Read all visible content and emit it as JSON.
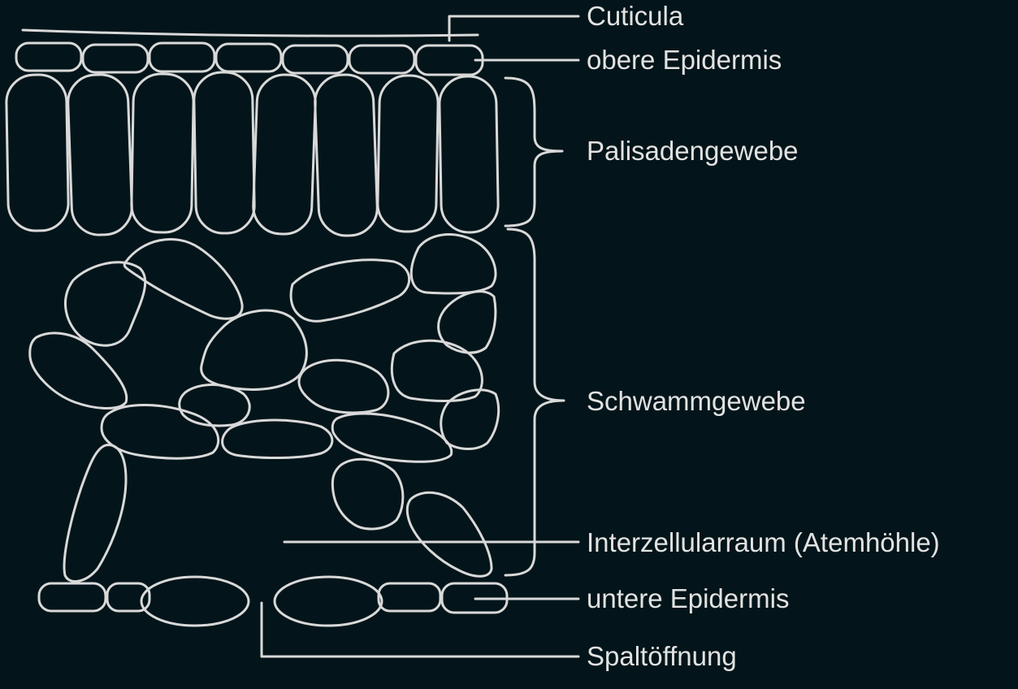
{
  "diagram": {
    "labels": {
      "cuticula": "Cuticula",
      "obere_epidermis": "obere Epidermis",
      "palisadengewebe": "Palisadengewebe",
      "schwammgewebe": "Schwammgewebe",
      "interzellularraum": "Interzellularraum (Atemhöhle)",
      "untere_epidermis": "untere Epidermis",
      "spaltoeffnung": "Spaltöffnung"
    },
    "colors": {
      "background": "#03151A",
      "line": "#D9D9D9",
      "text": "#E2E2E2"
    }
  }
}
